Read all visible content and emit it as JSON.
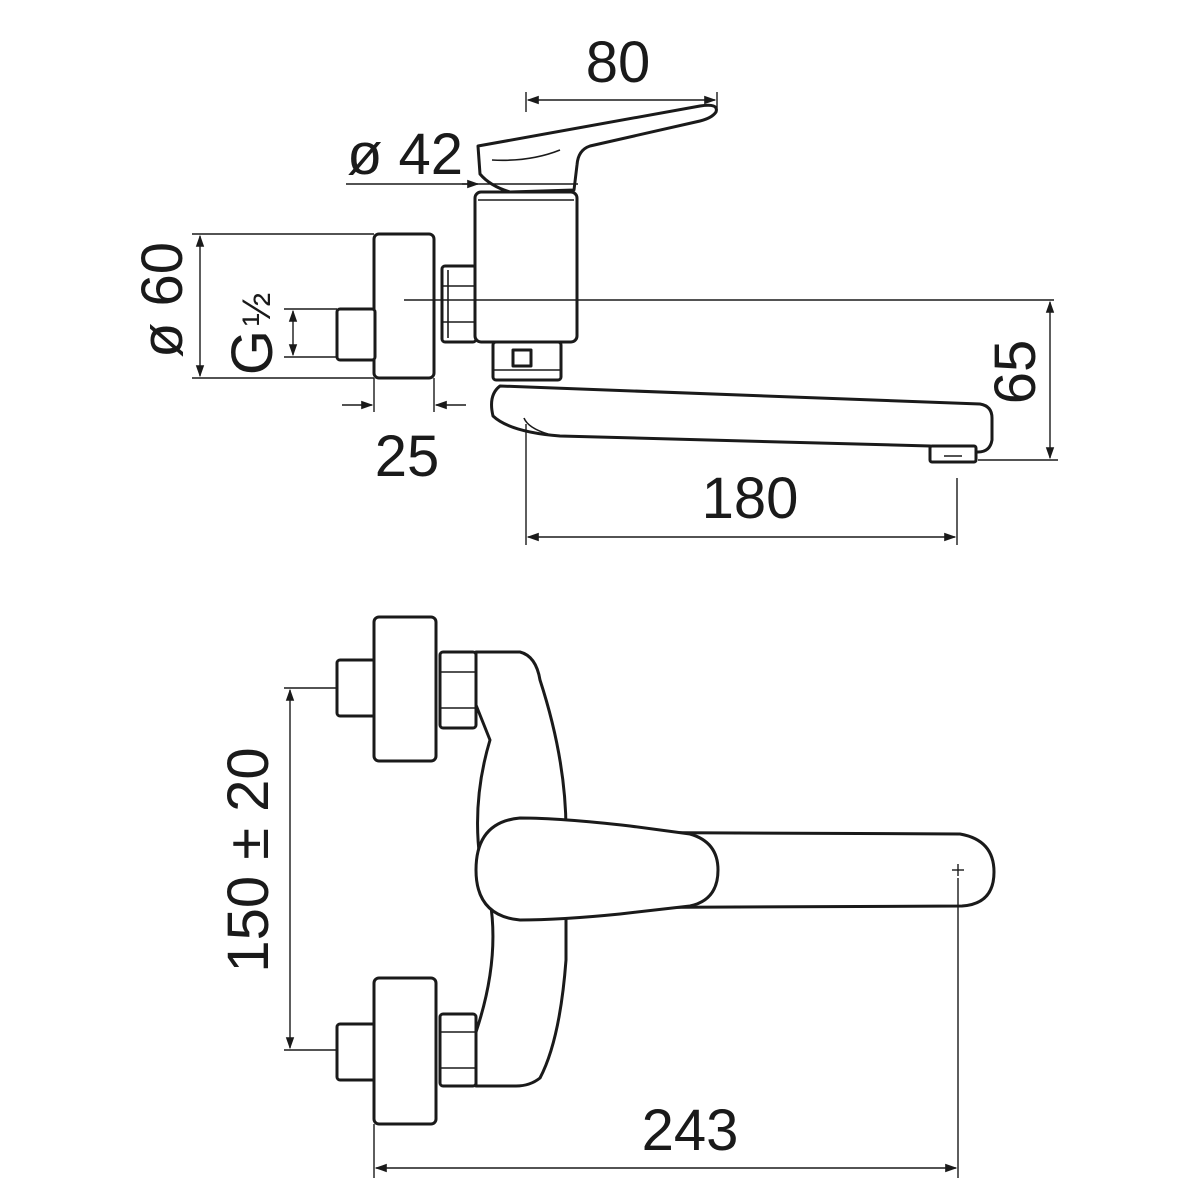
{
  "dimensions": {
    "lever_length": "80",
    "body_diameter": "ø 42",
    "flange_diameter": "ø 60",
    "thread": "G",
    "thread_fraction": "½",
    "connector_depth": "25",
    "spout_height": "65",
    "spout_reach": "180",
    "inlet_spacing": "150 ± 20",
    "total_reach": "243"
  },
  "colors": {
    "line": "#1a1a1a",
    "background": "#ffffff"
  }
}
